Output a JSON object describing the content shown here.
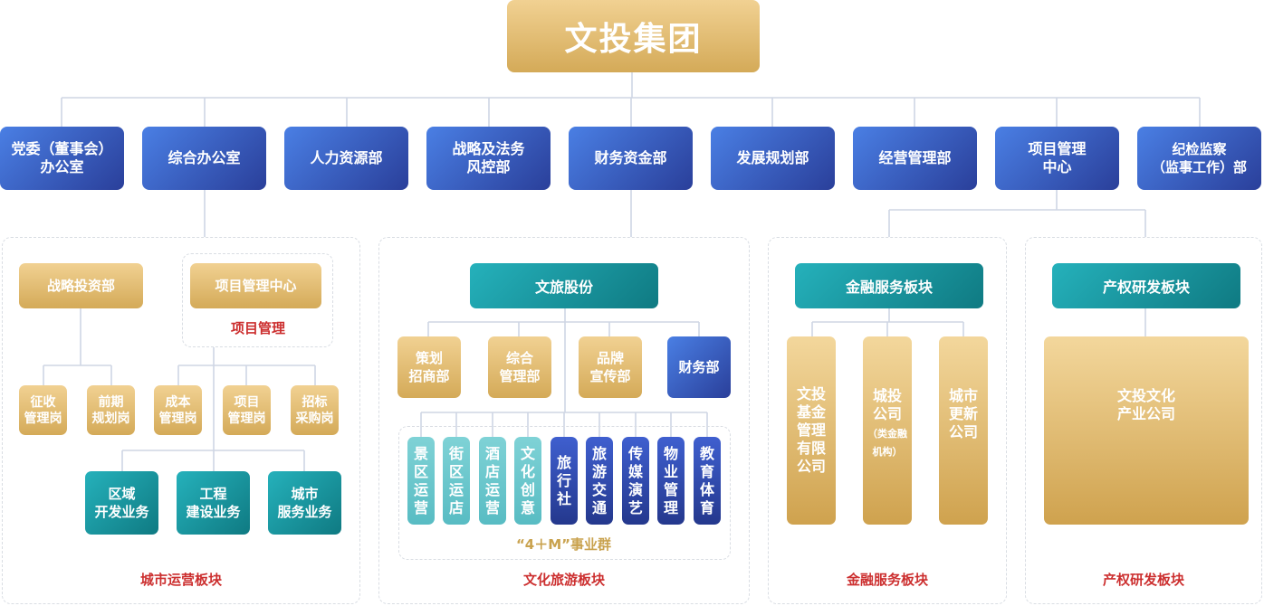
{
  "root": "文投集团",
  "departments": [
    "党委（董事会）\n办公室",
    "综合办公室",
    "人力资源部",
    "战略及法务\n风控部",
    "财务资金部",
    "发展规划部",
    "经营管理部",
    "项目管理\n中心",
    "纪检监察\n（监事工作）部"
  ],
  "city_segment": {
    "title": "城市运营板块",
    "strategy": "战略投资部",
    "strategy_children": [
      "征收\n管理岗",
      "前期\n规划岗"
    ],
    "pm_center": "项目管理中心",
    "pm_label": "项目管理",
    "pm_children": [
      "成本\n管理岗",
      "项目\n管理岗",
      "招标\n采购岗"
    ],
    "businesses": [
      "区域\n开发业务",
      "工程\n建设业务",
      "城市\n服务业务"
    ]
  },
  "culture_segment": {
    "title": "文化旅游板块",
    "head": "文旅股份",
    "depts": [
      "策划\n招商部",
      "综合\n管理部",
      "品牌\n宣传部",
      "财务部"
    ],
    "group_label": "“4＋M”事业群",
    "units": [
      {
        "name": "景区运营",
        "style": "light"
      },
      {
        "name": "街区运店",
        "style": "light"
      },
      {
        "name": "酒店运营",
        "style": "light"
      },
      {
        "name": "文化创意",
        "style": "light"
      },
      {
        "name": "旅行社",
        "style": "dark"
      },
      {
        "name": "旅游交通",
        "style": "dark"
      },
      {
        "name": "传媒演艺",
        "style": "dark"
      },
      {
        "name": "物业管理",
        "style": "dark"
      },
      {
        "name": "教育体育",
        "style": "dark"
      }
    ]
  },
  "finance_segment": {
    "title": "金融服务板块",
    "head": "金融服务板块",
    "companies": [
      {
        "name": "文投\n基金\n管理\n有限\n公司",
        "sub": ""
      },
      {
        "name": "城投\n公司",
        "sub": "（类金融\n机构）"
      },
      {
        "name": "城市\n更新\n公司",
        "sub": ""
      }
    ]
  },
  "property_segment": {
    "title": "产权研发板块",
    "head": "产权研发板块",
    "company": "文投文化\n产业公司"
  },
  "colors": {
    "gold": "#d9b063",
    "blue": "#2f4fb5",
    "teal": "#12888f",
    "light_teal": "#6ccad0",
    "segment_title": "#cc2f2f",
    "line": "#cfd6e4"
  }
}
